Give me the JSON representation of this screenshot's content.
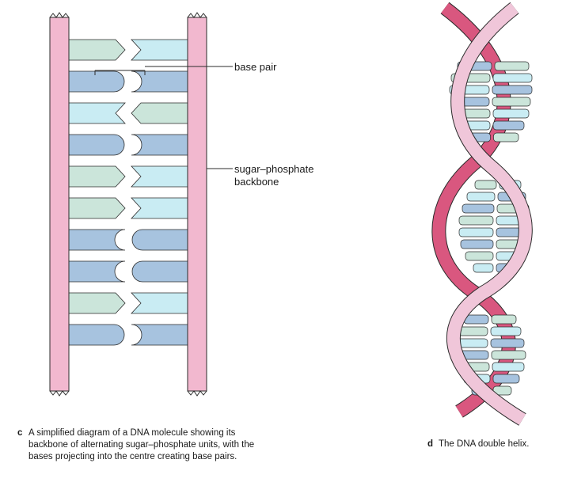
{
  "labels": {
    "base_pair": "base pair",
    "backbone": "sugar–phosphate\nbackbone"
  },
  "captions": {
    "c_letter": "c",
    "c_text": "A simplified diagram of a DNA molecule showing its backbone of alternating sugar–phosphate units, with the bases projecting into the centre creating base pairs.",
    "d_letter": "d",
    "d_text": "The DNA double helix."
  },
  "colors": {
    "backbone_pink": "#f2b8cf",
    "backbone_outline": "#2b2b2b",
    "helix_dark_pink": "#d9577f",
    "helix_light_pink": "#f0c6d9",
    "base_green": "#cbe5da",
    "base_blue": "#a7c3df",
    "base_cyan": "#c9ecf3"
  },
  "base_pairs": [
    {
      "left_color": "green",
      "left_shape": "arrow",
      "right_color": "cyan",
      "right_shape": "chevron"
    },
    {
      "left_color": "blue",
      "left_shape": "round",
      "right_color": "blue",
      "right_shape": "notch"
    },
    {
      "left_color": "cyan",
      "left_shape": "chevron",
      "right_color": "green",
      "right_shape": "arrow"
    },
    {
      "left_color": "blue",
      "left_shape": "round",
      "right_color": "blue",
      "right_shape": "notch"
    },
    {
      "left_color": "green",
      "left_shape": "arrow",
      "right_color": "cyan",
      "right_shape": "chevron"
    },
    {
      "left_color": "green",
      "left_shape": "arrow",
      "right_color": "cyan",
      "right_shape": "chevron"
    },
    {
      "left_color": "blue",
      "left_shape": "notch",
      "right_color": "blue",
      "right_shape": "round"
    },
    {
      "left_color": "blue",
      "left_shape": "notch",
      "right_color": "blue",
      "right_shape": "round"
    },
    {
      "left_color": "green",
      "left_shape": "arrow",
      "right_color": "cyan",
      "right_shape": "chevron"
    },
    {
      "left_color": "blue",
      "left_shape": "round",
      "right_color": "blue",
      "right_shape": "notch"
    }
  ]
}
